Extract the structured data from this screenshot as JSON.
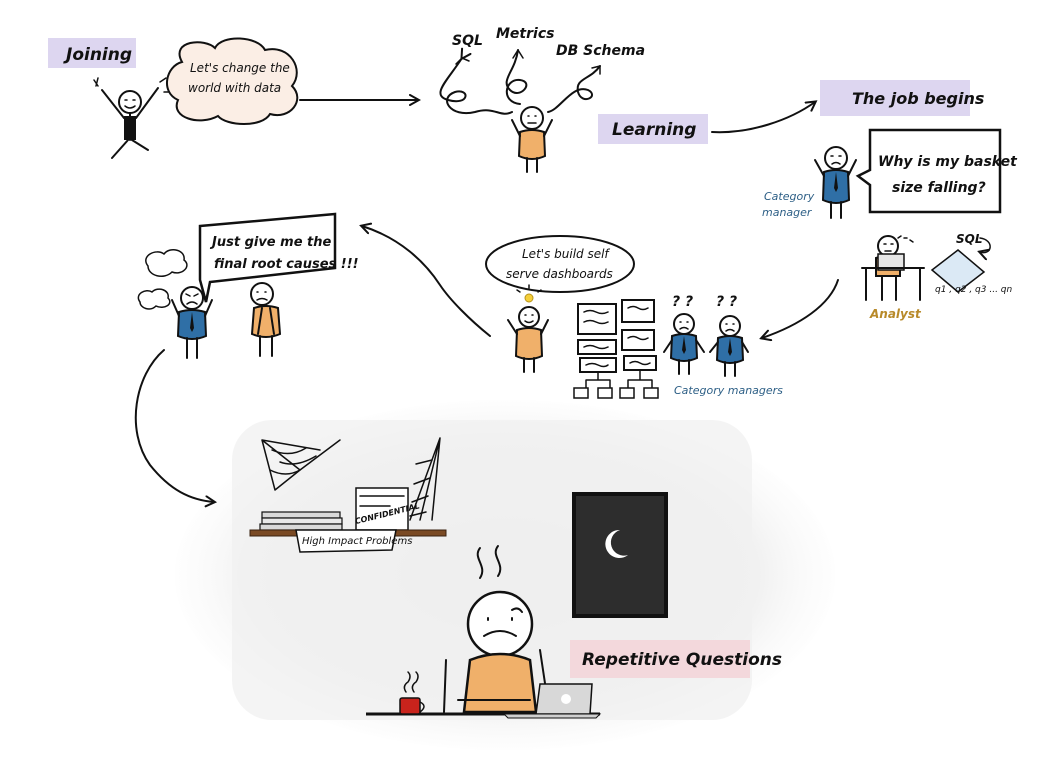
{
  "stages": {
    "joining": "Joining",
    "learning": "Learning",
    "job_begins": "The job begins",
    "repetitive": "Repetitive Questions"
  },
  "learning_topics": {
    "sql": "SQL",
    "metrics": "Metrics",
    "db_schema": "DB Schema"
  },
  "bubbles": {
    "change_world_1": "Let's change the",
    "change_world_2": "world with data",
    "basket_1": "Why is my basket",
    "basket_2": "size falling?",
    "root_causes_1": "Just give me the",
    "root_causes_2": "final root causes !!!",
    "dashboards_1": "Let's build self",
    "dashboards_2": "serve dashboards"
  },
  "labels": {
    "category_manager_1": "Category",
    "category_manager_2": "manager",
    "analyst": "Analyst",
    "analyst_sql": "SQL",
    "queries": "q1 , q2 , q3 ... qn",
    "category_managers": "Category managers",
    "confused_marks_1": "? ?",
    "confused_marks_2": "? ?",
    "confidential": "CONFIDENTIAL",
    "high_impact": "High Impact Problems"
  },
  "colors": {
    "highlight_lavender": "#ddd6f0",
    "highlight_pink": "#f3d8dc",
    "bubble_peach": "#fbeee5",
    "shirt_orange": "#f0b06a",
    "shirt_blue": "#2f6fa6",
    "analyst_label": "#b88a2a",
    "manager_label": "#2d5f86",
    "night_window": "#2d2d2d",
    "mug_red": "#c8231c"
  }
}
